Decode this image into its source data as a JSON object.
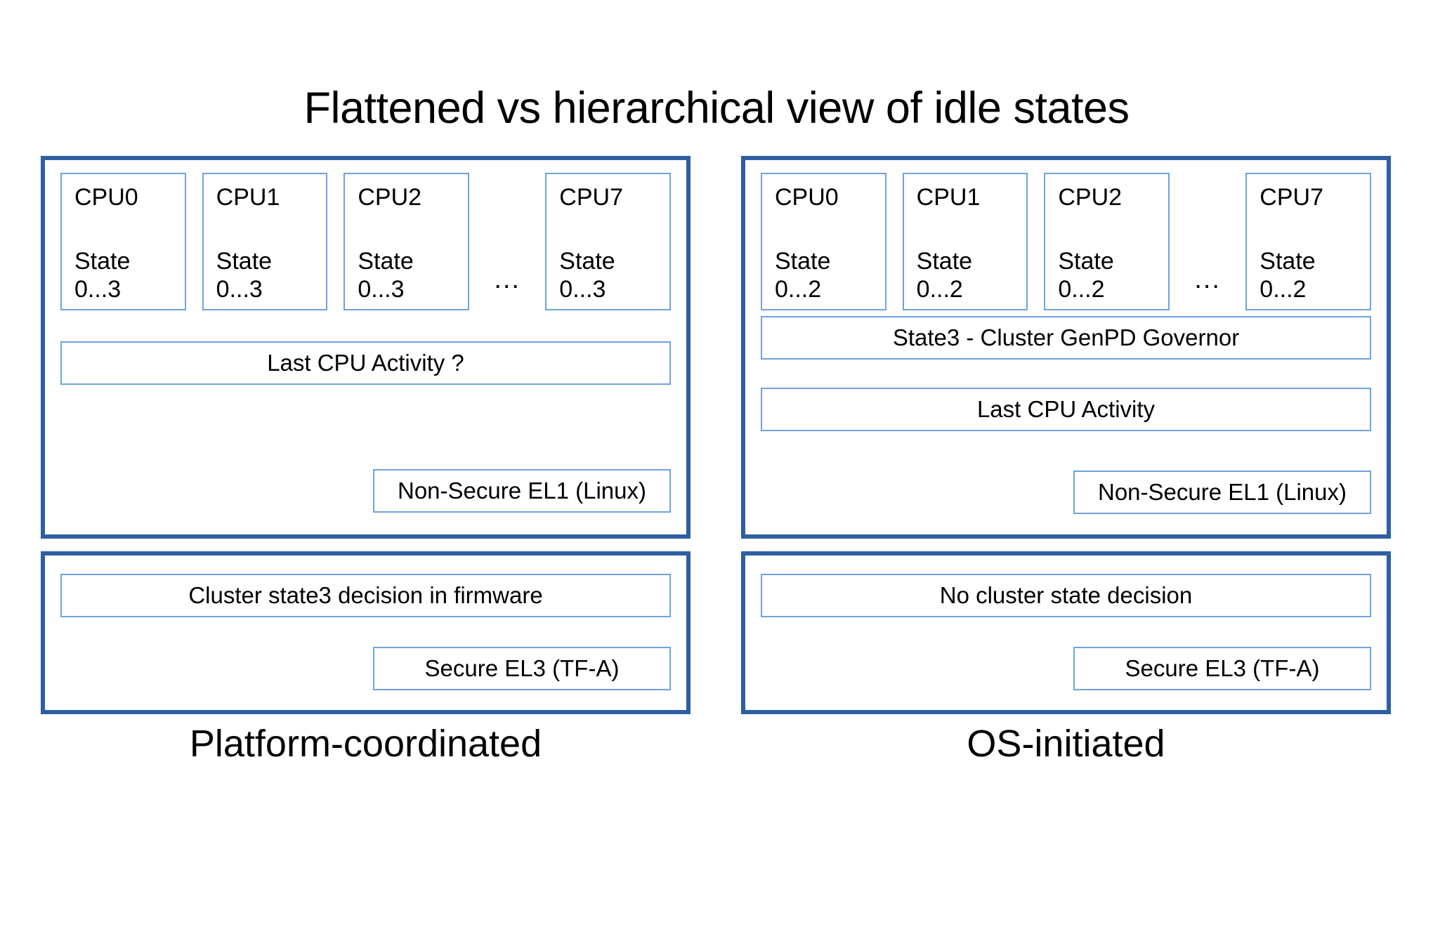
{
  "title": "Flattened vs hierarchical view of idle states",
  "panels": [
    {
      "id": "platform-coordinated",
      "caption": "Platform-coordinated",
      "os_block": {
        "cpus": [
          {
            "name": "CPU0",
            "state_label": "State",
            "state_range": "0...3"
          },
          {
            "name": "CPU1",
            "state_label": "State",
            "state_range": "0...3"
          },
          {
            "name": "CPU2",
            "state_label": "State",
            "state_range": "0...3"
          },
          {
            "name": "CPU7",
            "state_label": "State",
            "state_range": "0...3"
          }
        ],
        "ellipsis": "...",
        "activity_bar": "Last CPU Activity ?",
        "exception_level": "Non-Secure EL1 (Linux)"
      },
      "fw_block": {
        "decision_bar": "Cluster state3 decision in firmware",
        "exception_level": "Secure EL3 (TF-A)"
      }
    },
    {
      "id": "os-initiated",
      "caption": "OS-initiated",
      "os_block": {
        "cpus": [
          {
            "name": "CPU0",
            "state_label": "State",
            "state_range": "0...2"
          },
          {
            "name": "CPU1",
            "state_label": "State",
            "state_range": "0...2"
          },
          {
            "name": "CPU2",
            "state_label": "State",
            "state_range": "0...2"
          },
          {
            "name": "CPU7",
            "state_label": "State",
            "state_range": "0...2"
          }
        ],
        "ellipsis": "...",
        "governor_bar": "State3 - Cluster GenPD Governor",
        "activity_bar": "Last CPU Activity",
        "exception_level": "Non-Secure EL1 (Linux)"
      },
      "fw_block": {
        "decision_bar": "No cluster state decision",
        "exception_level": "Secure EL3 (TF-A)"
      }
    }
  ],
  "colors": {
    "outer_border": "#2E5FA3",
    "inner_border": "#6FA3DF",
    "text": "#000000",
    "background": "#FFFFFF"
  }
}
